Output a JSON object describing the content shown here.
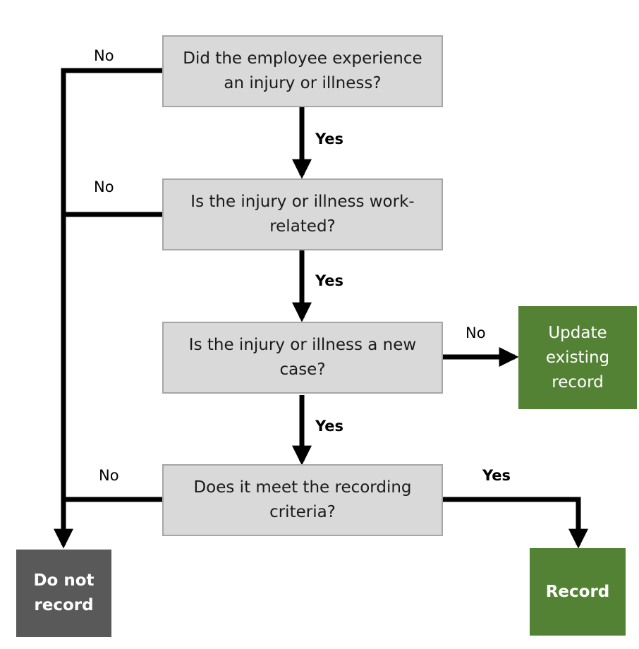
{
  "diagram": {
    "questions": [
      {
        "id": "q1",
        "text": "Did the employee experience\nan injury or illness?"
      },
      {
        "id": "q2",
        "text": "Is the injury or illness work-\nrelated?"
      },
      {
        "id": "q3",
        "text": "Is the injury or illness a new\ncase?"
      },
      {
        "id": "q4",
        "text": "Does it meet the recording\ncriteria?"
      }
    ],
    "outcomes": {
      "update": "Update\nexisting\nrecord",
      "do_not_record": "Do not\nrecord",
      "record": "Record"
    },
    "edge_labels": {
      "yes": "Yes",
      "no": "No"
    },
    "colors": {
      "question_fill": "#d9d9d9",
      "question_border": "#a6a6a6",
      "green": "#548235",
      "gray": "#595959",
      "connector": "#000000"
    }
  }
}
